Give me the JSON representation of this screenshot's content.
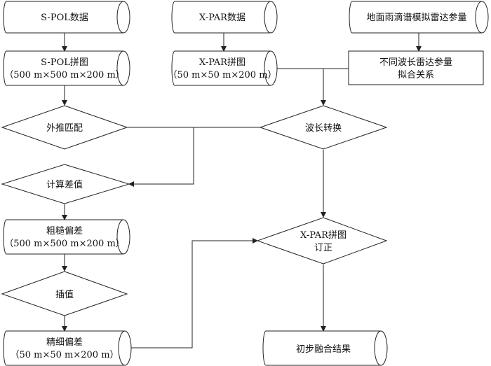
{
  "nodes": {
    "spol_data": {
      "lines": [
        "S-POL数据"
      ]
    },
    "xpar_data": {
      "lines": [
        "X-PAR数据"
      ]
    },
    "ground_data": {
      "lines": [
        "地面雨滴谱模拟雷达参量"
      ]
    },
    "spol_mosaic": {
      "lines": [
        "S-POL拼图",
        "（500  m×500  m×200  m）"
      ]
    },
    "xpar_mosaic": {
      "lines": [
        "X-PAR拼图",
        "（50  m×50  m×200  m）"
      ]
    },
    "fit_relation": {
      "lines": [
        "不同波长雷达参量",
        "拟合关系"
      ]
    },
    "extrapolate": {
      "lines": [
        "外推匹配"
      ]
    },
    "wavelength": {
      "lines": [
        "波长转换"
      ]
    },
    "compute_diff": {
      "lines": [
        "计算差值"
      ]
    },
    "rough_bias": {
      "lines": [
        "粗糙偏差",
        "（500  m×500  m×200  m）"
      ]
    },
    "correct": {
      "lines": [
        "X-PAR拼图",
        "订正"
      ]
    },
    "interpolate": {
      "lines": [
        "插值"
      ]
    },
    "fine_bias": {
      "lines": [
        "精细偏差",
        "（50  m×50  m×200  m）"
      ]
    },
    "result": {
      "lines": [
        "初步融合结果"
      ]
    }
  }
}
